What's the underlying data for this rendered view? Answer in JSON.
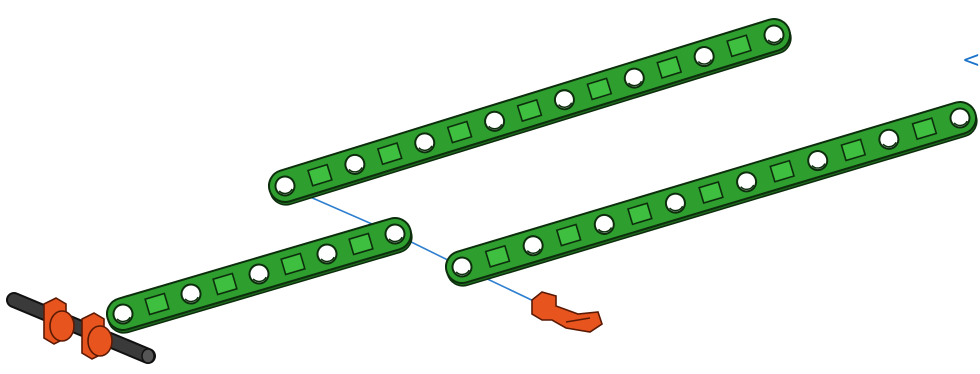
{
  "diagram": {
    "kind": "assembly-instruction",
    "parts": [
      {
        "id": "strut-long-top",
        "type": "strut",
        "holes": 15,
        "color": "#2e9e2e"
      },
      {
        "id": "strut-long-right",
        "type": "strut",
        "holes": 15,
        "color": "#2e9e2e"
      },
      {
        "id": "strut-short",
        "type": "strut",
        "holes": 9,
        "color": "#2e9e2e"
      },
      {
        "id": "axle",
        "type": "axle",
        "color": "#3a3a3a"
      },
      {
        "id": "clip-pair",
        "type": "clip",
        "color": "#e8541e"
      },
      {
        "id": "peg",
        "type": "peg",
        "color": "#e8541e"
      }
    ],
    "guide_color": "#2f7fd0",
    "edge_glyph": "<"
  }
}
